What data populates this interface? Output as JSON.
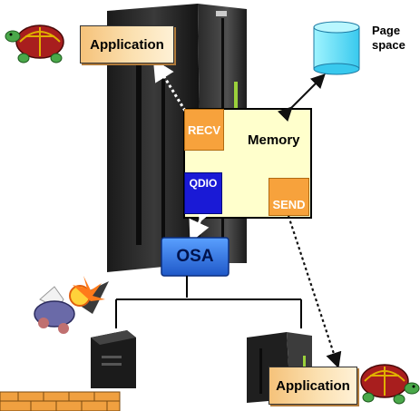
{
  "labels": {
    "application_top": "Application",
    "application_bottom": "Application",
    "page_space_line1": "Page",
    "page_space_line2": "space",
    "memory": "Memory",
    "recv": "RECV",
    "qdio": "QDIO",
    "send": "SEND",
    "osa": "OSA"
  },
  "colors": {
    "memory_fill": "#ffffcc",
    "orange": "#f7a23c",
    "qdio_blue": "#1a1ad6",
    "osa_blue": "#2a6fdb",
    "disk_cyan": "#7ee8ff",
    "application_fill": "#fbe0b0"
  },
  "icons": [
    "turtle-icon",
    "turtle-icon",
    "comet-icon",
    "disk-icon",
    "server-tower-icon",
    "mainframe-icon"
  ]
}
